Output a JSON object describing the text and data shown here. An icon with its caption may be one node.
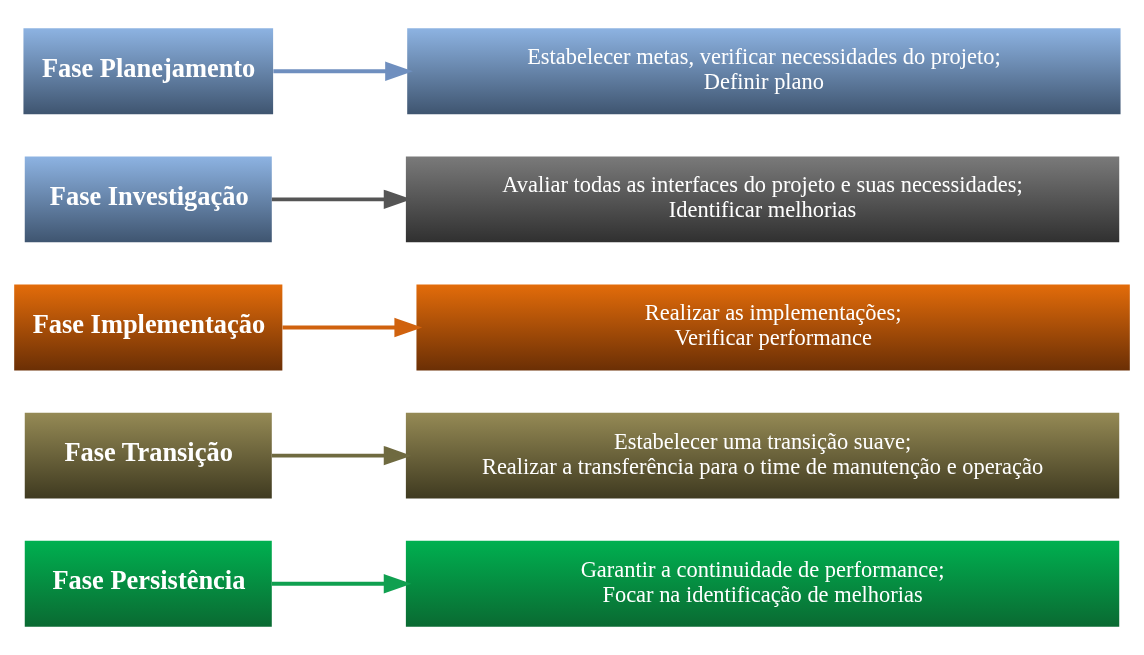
{
  "diagram": {
    "nodes": [
      {
        "text": [
          "Fase Planejamento"
        ]
      },
      {
        "text": [
          "Estabelecer metas, verificar necessidades do projeto;",
          "Definir plano"
        ]
      },
      {
        "text": [
          "Fase Investigação"
        ]
      },
      {
        "text": [
          "Avaliar todas as interfaces do projeto e suas necessidades;",
          "Identificar melhorias"
        ]
      },
      {
        "text": [
          "Fase Implementação"
        ]
      },
      {
        "text": [
          "Realizar as implementações;",
          "Verificar performance"
        ]
      },
      {
        "text": [
          "Fase Transição"
        ]
      },
      {
        "text": [
          "Estabelecer uma transição suave;",
          "Realizar a transferência para o time de manutenção e operação"
        ]
      },
      {
        "text": [
          "Fase Persistência"
        ]
      },
      {
        "text": [
          "Garantir a continuidade de performance;",
          "Focar na identificação de melhorias"
        ]
      }
    ],
    "edges": [
      {
        "from": 0,
        "to": 1,
        "arrow": "to",
        "color": "#6f8fbf"
      },
      {
        "from": 2,
        "to": 3,
        "arrow": "to",
        "color": "#555555"
      },
      {
        "from": 4,
        "to": 5,
        "arrow": "to",
        "color": "#d0620e"
      },
      {
        "from": 6,
        "to": 7,
        "arrow": "to",
        "color": "#6f6a40"
      },
      {
        "from": 8,
        "to": 9,
        "arrow": "to",
        "color": "#10a050"
      }
    ]
  }
}
